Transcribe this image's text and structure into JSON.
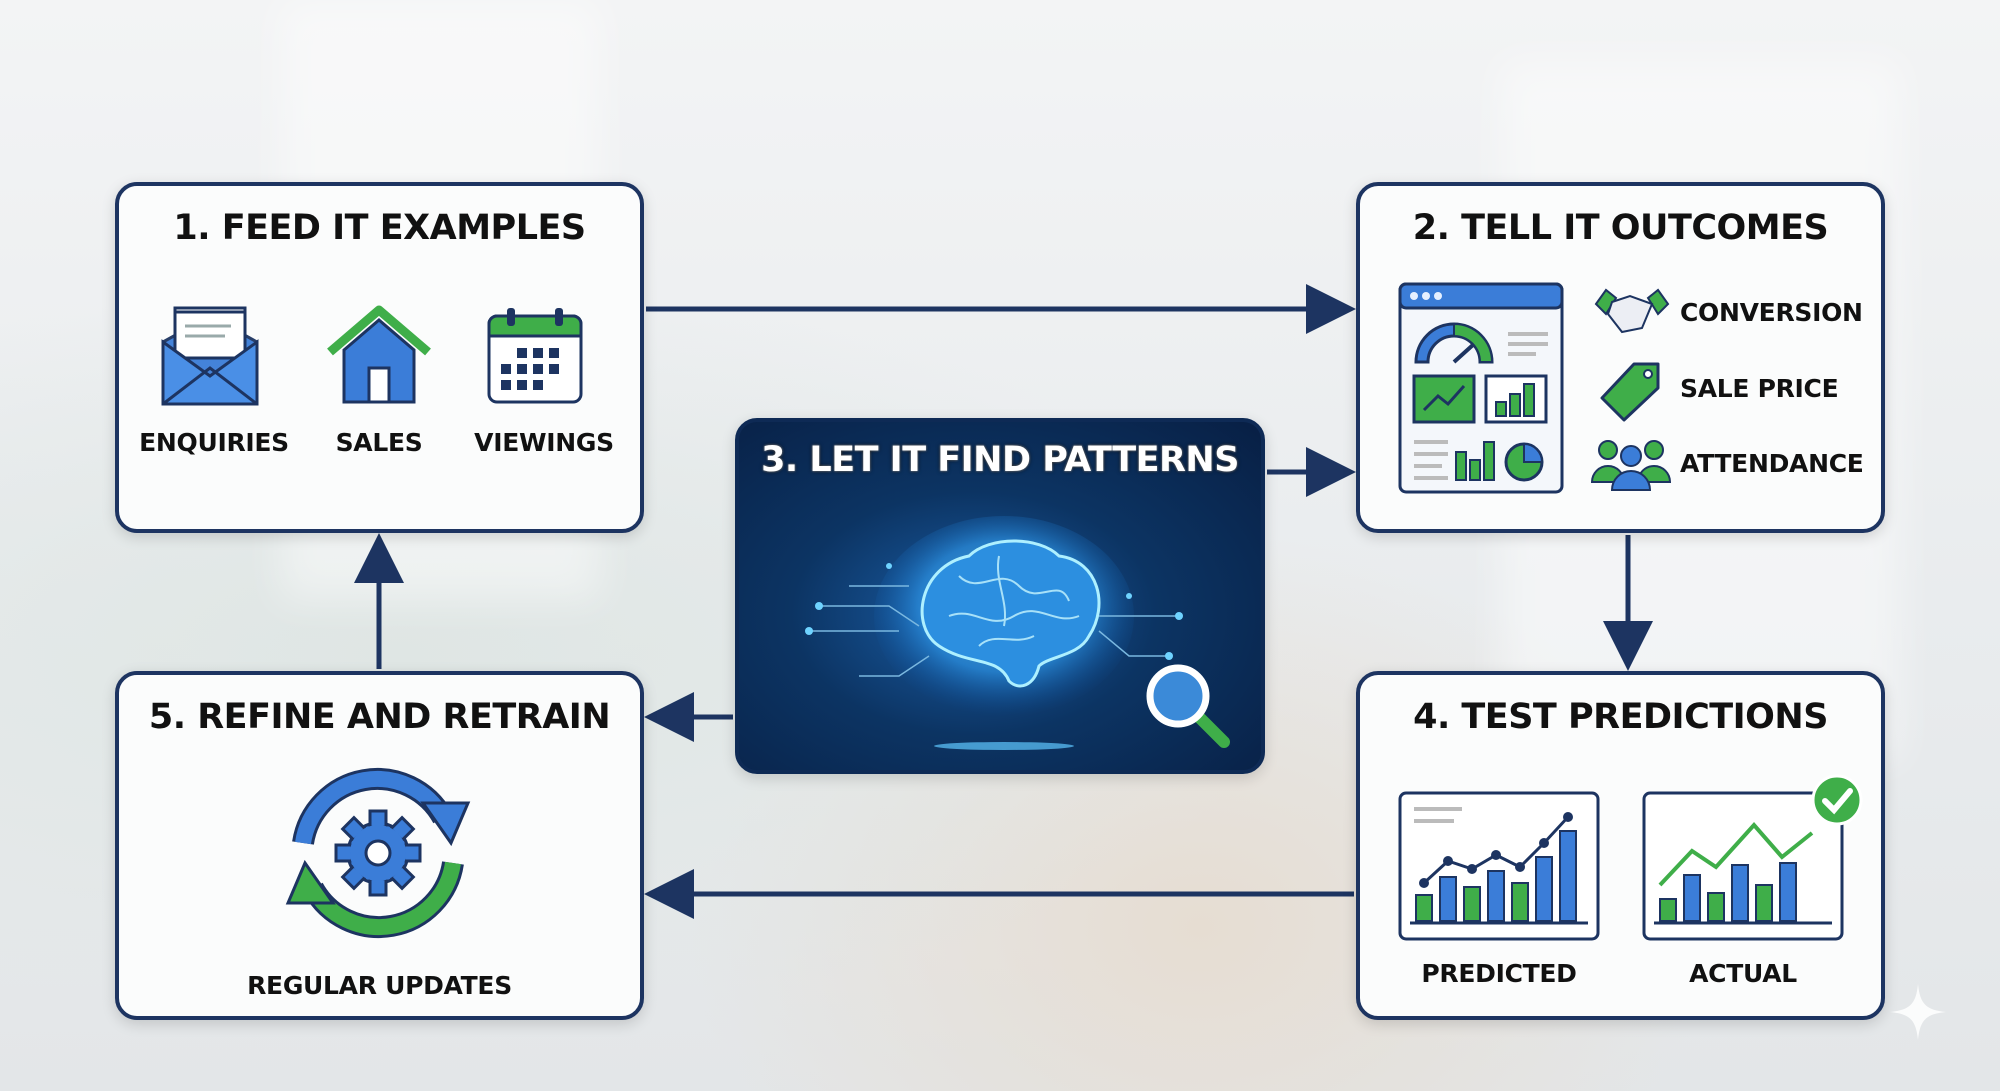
{
  "steps": [
    {
      "title": "1. FEED IT EXAMPLES",
      "items": [
        "ENQUIRIES",
        "SALES",
        "VIEWINGS"
      ]
    },
    {
      "title": "2. TELL IT OUTCOMES",
      "items": [
        "CONVERSION",
        "SALE PRICE",
        "ATTENDANCE"
      ]
    },
    {
      "title": "3. LET IT FIND PATTERNS"
    },
    {
      "title": "4. TEST PREDICTIONS",
      "items": [
        "PREDICTED",
        "ACTUAL"
      ]
    },
    {
      "title": "5. REFINE AND RETRAIN",
      "items": [
        "REGULAR UPDATES"
      ]
    }
  ],
  "colors": {
    "navy": "#1d3461",
    "blue": "#3b7dd8",
    "green": "#3fae49"
  }
}
